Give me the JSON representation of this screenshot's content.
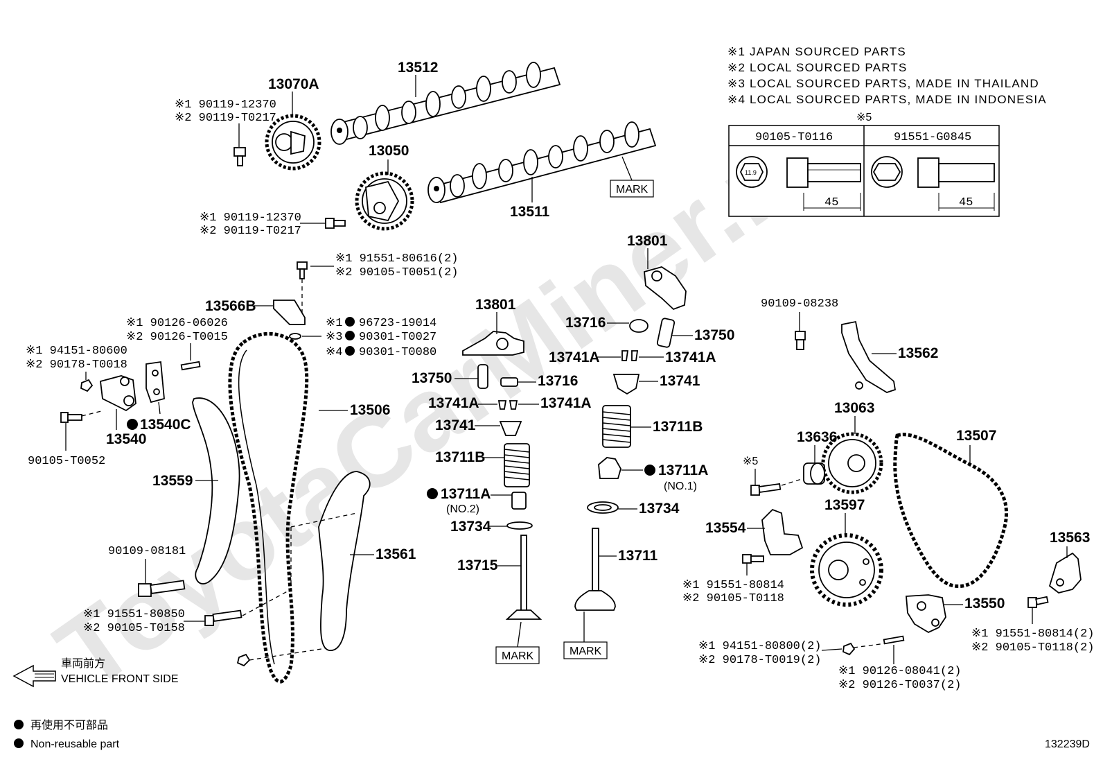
{
  "diagram": {
    "watermark": "ToyotaCarMiner.ru",
    "drawing_id": "132239D",
    "notes": {
      "n1": "※1 JAPAN SOURCED PARTS",
      "n2": "※2 LOCAL SOURCED PARTS",
      "n3": "※3 LOCAL SOURCED PARTS, MADE IN THAILAND",
      "n4": "※4 LOCAL SOURCED PARTS, MADE IN INDONESIA",
      "n5": "※5"
    },
    "bolt_table": {
      "col1": "90105-T0116",
      "col2": "91551-G0845",
      "head_size": "11.9",
      "length1": "45",
      "length2": "45"
    },
    "front_side": {
      "jp": "車両前方",
      "en": "VEHICLE FRONT SIDE"
    },
    "non_reusable": {
      "jp": "再使用不可部品",
      "en": "Non-reusable part"
    },
    "labels": {
      "p13512": "13512",
      "p13511": "13511",
      "p13070A": "13070A",
      "p13050": "13050",
      "mark_cam": "MARK",
      "b1a": "※1 90119-12370",
      "b1b": "※2 90119-T0217",
      "b2a": "※1 90119-12370",
      "b2b": "※2 90119-T0217",
      "b3a": "※1 91551-80616(2)",
      "b3b": "※2 90105-T0051(2)",
      "p13566B": "13566B",
      "o1": "※1",
      "o1pn": "96723-19014",
      "o3": "※3",
      "o3pn": "90301-T0027",
      "o4": "※4",
      "o4pn": "90301-T0080",
      "s1a": "※1 90126-06026",
      "s1b": "※2 90126-T0015",
      "n1a": "※1  94151-80600",
      "n1b": "※2  90178-T0018",
      "p13540C": "13540C",
      "p13540": "13540",
      "b90105T0052": "90105-T0052",
      "p13559": "13559",
      "p13506": "13506",
      "p13561": "13561",
      "b90109_08181": "90109-08181",
      "b4a": "※1 91551-80850",
      "b4b": "※2 90105-T0158",
      "p13801a": "13801",
      "p13750a": "13750",
      "p13716a": "13716",
      "p13741Aa": "13741A",
      "p13741Ab": "13741A",
      "p13741a": "13741",
      "p13711Ba": "13711B",
      "p13711Aa": "13711A",
      "no2": "(NO.2)",
      "p13734a": "13734",
      "p13715": "13715",
      "mark_v1": "MARK",
      "p13801b": "13801",
      "p13716b": "13716",
      "p13750b": "13750",
      "p13741Ac": "13741A",
      "p13741Ad": "13741A",
      "p13741b": "13741",
      "p13711Bb": "13711B",
      "p13711Ab": "13711A",
      "no1": "(NO.1)",
      "p13734b": "13734",
      "p13711": "13711",
      "mark_v2": "MARK",
      "b90109_08238": "90109-08238",
      "p13562": "13562",
      "p13063": "13063",
      "p13636": "13636",
      "ref5": "※5",
      "p13507": "13507",
      "p13554": "13554",
      "p13597": "13597",
      "b5a": "※1 91551-80814",
      "b5b": "※2 90105-T0118",
      "p13563": "13563",
      "p13550": "13550",
      "b6a": "※1 91551-80814(2)",
      "b6b": "※2 90105-T0118(2)",
      "n2a": "※1 94151-80800(2)",
      "n2b": "※2 90178-T0019(2)",
      "s2a": "※1 90126-08041(2)",
      "s2b": "※2 90126-T0037(2)"
    }
  }
}
